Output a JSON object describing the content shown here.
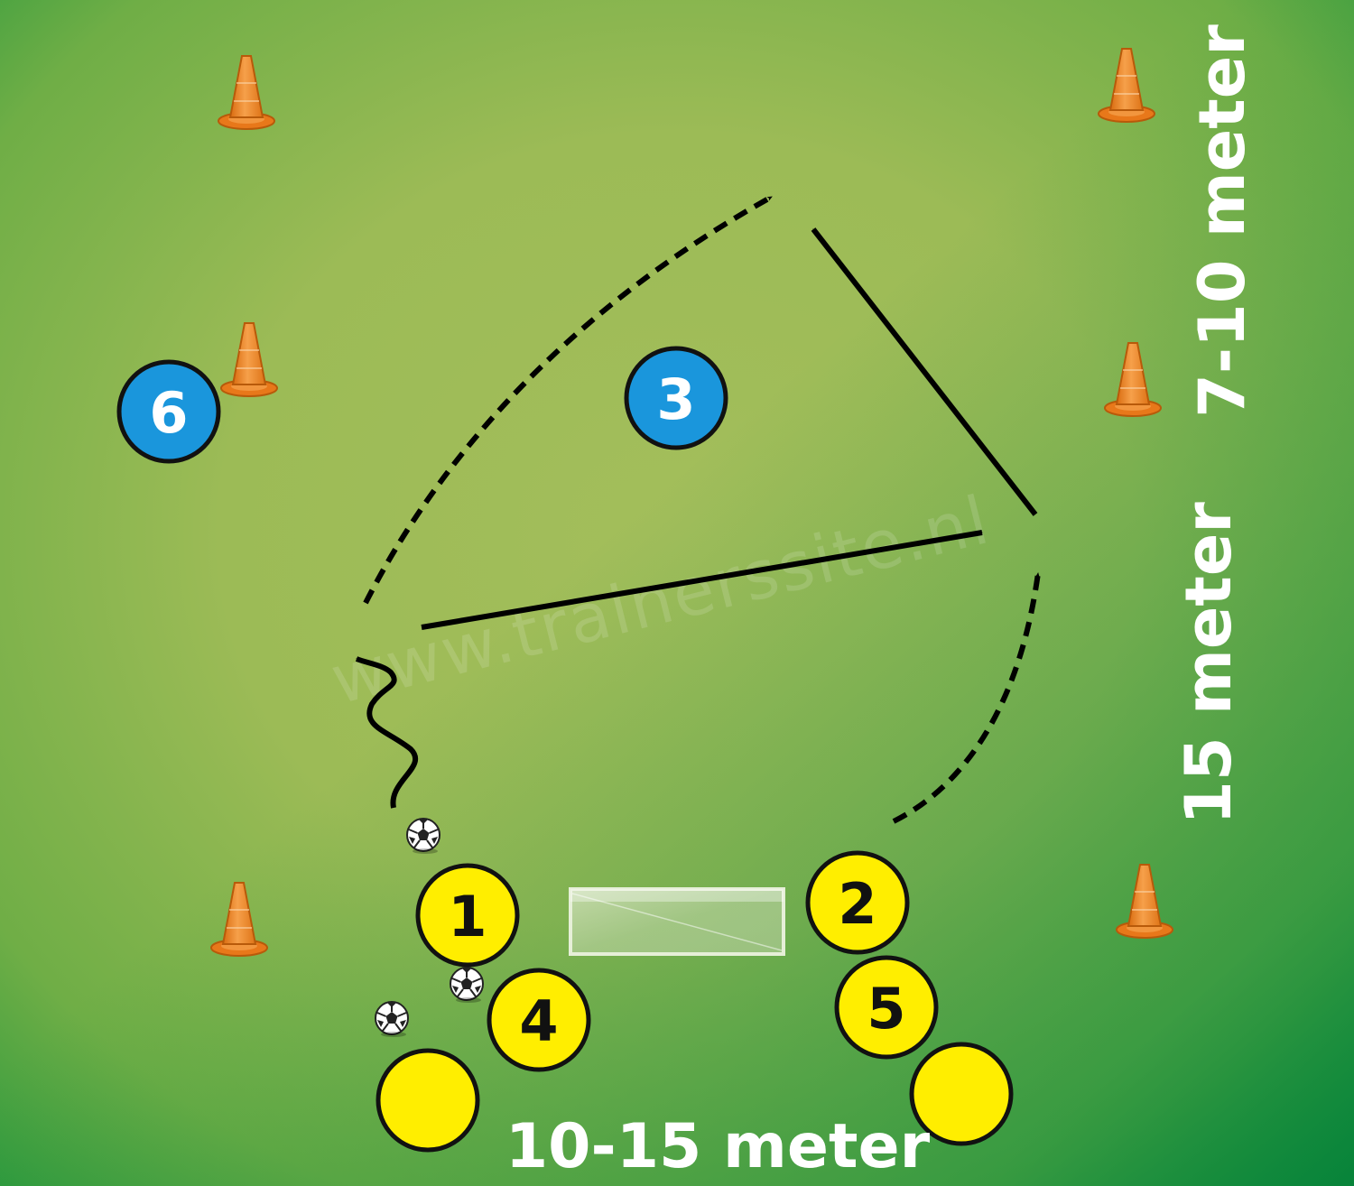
{
  "watermark": "www.trainerssite.nl",
  "dimensions": {
    "bottom": "10-15 meter",
    "right_top": "7-10 meter",
    "right_middle": "15 meter"
  },
  "players": {
    "blue_6": "6",
    "blue_3": "3",
    "yellow_1": "1",
    "yellow_2": "2",
    "yellow_4": "4",
    "yellow_5": "5"
  },
  "colors": {
    "field_light": "#a6bf5a",
    "field_dark": "#0a8a3c",
    "player_yellow": "#ffee00",
    "player_blue": "#1a96dc",
    "cone_orange": "#f08a22",
    "arrow": "#000000",
    "label": "#ffffff"
  }
}
